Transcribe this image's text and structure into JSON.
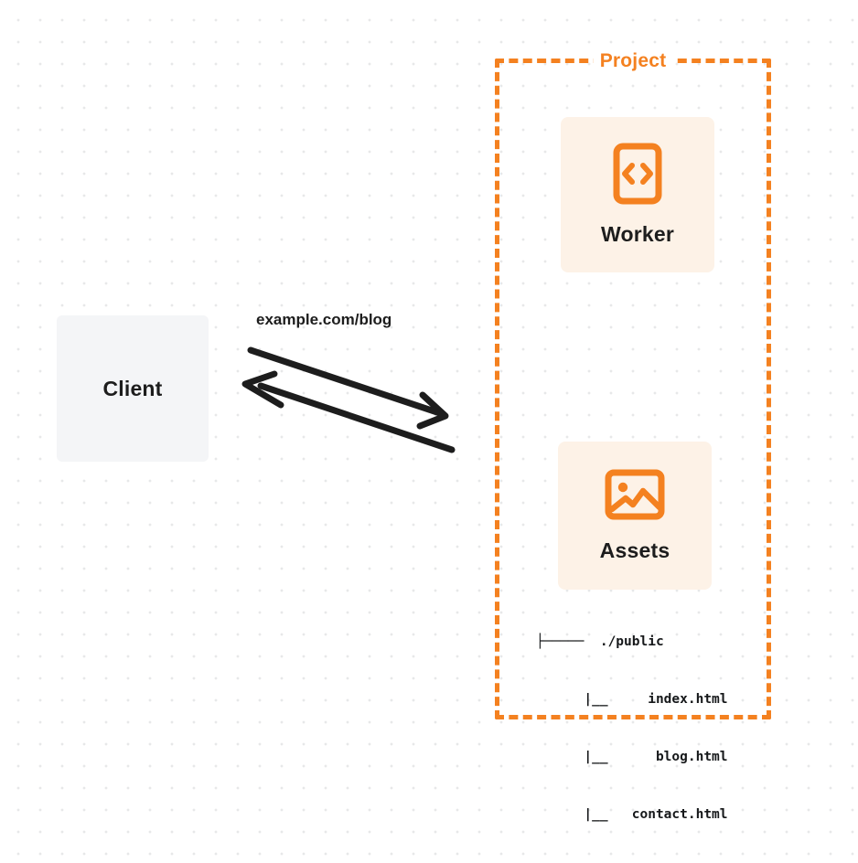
{
  "diagram": {
    "title": "Client to Project Worker and Assets request flow",
    "colors": {
      "accent_orange": "#f48120",
      "card_background": "#fdf2e7",
      "client_background": "#f4f5f7",
      "text_dark": "#1d1d1d",
      "grid_dot": "#e7e8e9",
      "arrow_stroke": "#1d1d1d"
    }
  },
  "client": {
    "label": "Client"
  },
  "connection": {
    "label": "example.com/blog",
    "request_direction": "client-to-project",
    "response_direction": "project-to-client"
  },
  "project": {
    "title": "Project",
    "worker": {
      "label": "Worker",
      "icon": "code-brackets-icon"
    },
    "assets": {
      "label": "Assets",
      "icon": "image-icon",
      "file_tree": [
        "├─────  ./public",
        "      |__     index.html",
        "      |__      blog.html",
        "      |__   contact.html"
      ]
    }
  }
}
